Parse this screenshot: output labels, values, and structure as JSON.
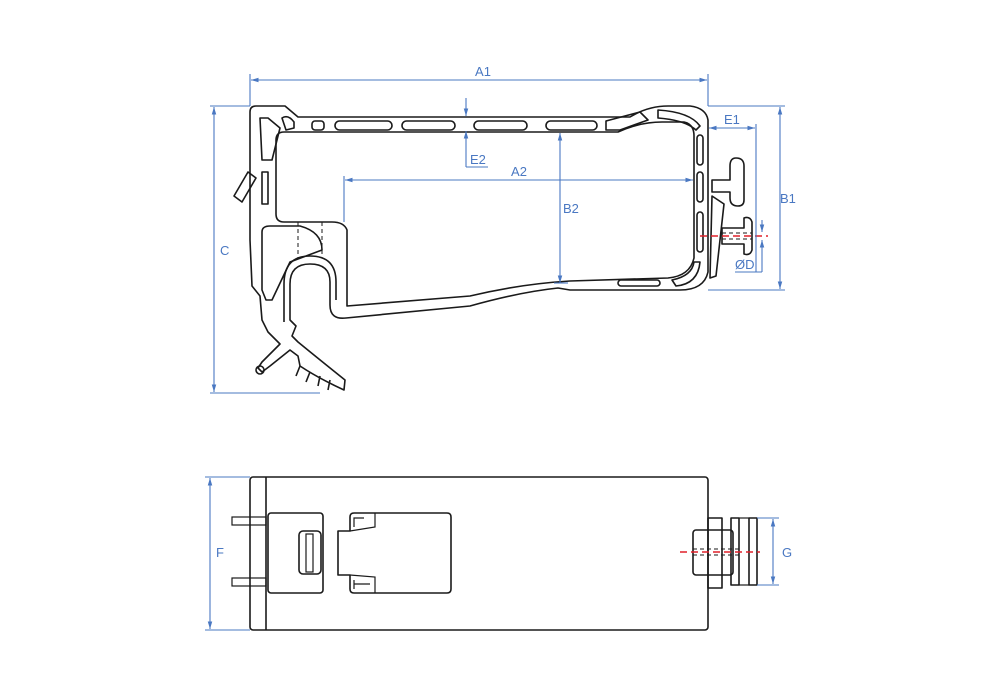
{
  "labels": {
    "A1": "A1",
    "A2": "A2",
    "B1": "B1",
    "B2": "B2",
    "C": "C",
    "E1": "E1",
    "E2": "E2",
    "D": "ØD",
    "F": "F",
    "G": "G"
  },
  "colors": {
    "outline": "#1a1a1a",
    "dimension": "#4a78c2",
    "centerline": "#e0202a"
  }
}
